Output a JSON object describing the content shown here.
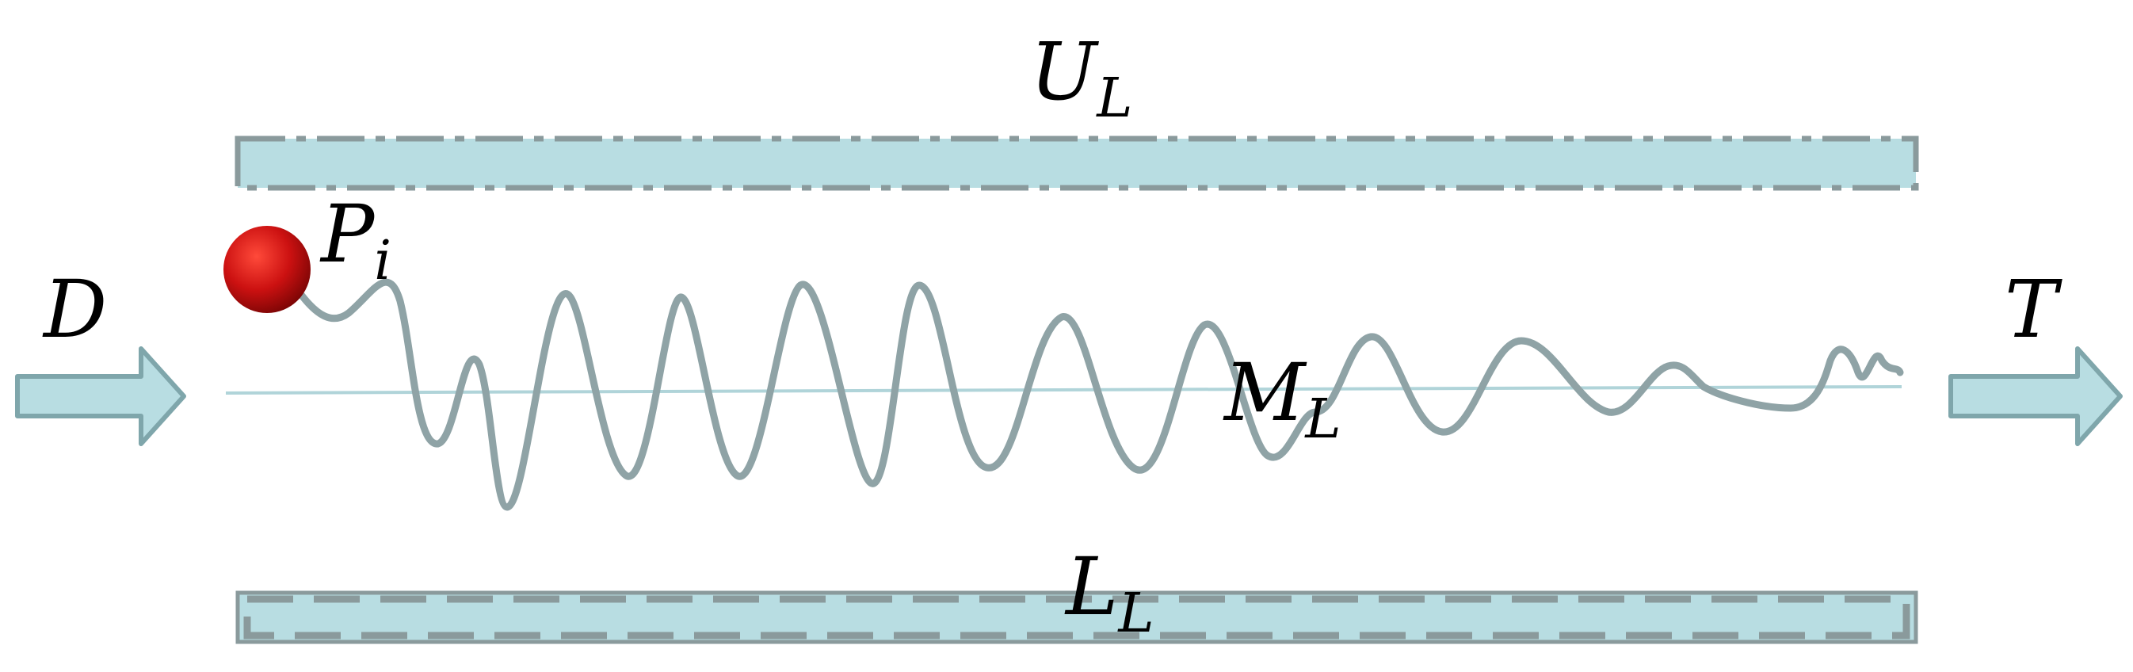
{
  "labels": {
    "upper_limit": {
      "main": "U",
      "sub": "L"
    },
    "lower_limit": {
      "main": "L",
      "sub": "L"
    },
    "mean_line": {
      "main": "M",
      "sub": "L"
    },
    "particle": {
      "main": "P",
      "sub": "i"
    },
    "input": "D",
    "output": "T"
  },
  "colors": {
    "band_fill": "#b8dde2",
    "band_border": "#8a9a9c",
    "wave": "#8fa3a6",
    "mean_line": "#b0d4d9",
    "arrow_fill": "#b8dde2",
    "arrow_stroke": "#7fa6ab",
    "particle": "#cc1111"
  }
}
